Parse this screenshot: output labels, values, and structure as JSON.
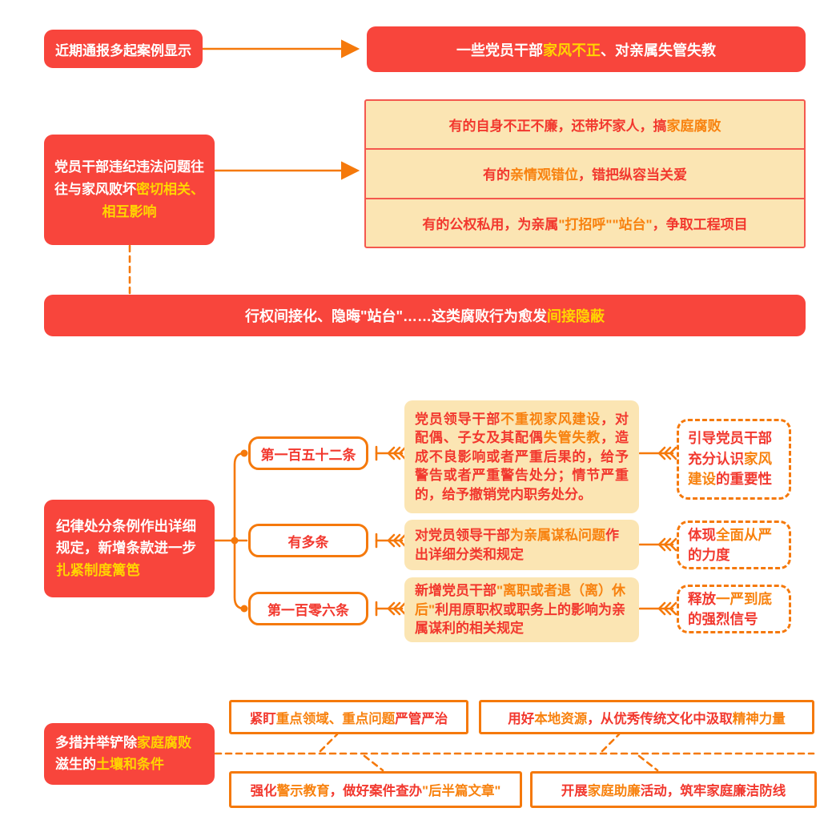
{
  "palette": {
    "box_red": "#F8453C",
    "highlight_yellow": "#FFD500",
    "line_orange": "#F5790B",
    "cream_fill": "#FBE5B3",
    "cream_border": "#F4584E",
    "text_red": "#F2382E",
    "text_orange": "#F8820F"
  },
  "section1": {
    "left_box": [
      {
        "t": "近期通报多起案例显示",
        "c": "w"
      }
    ],
    "right_box": [
      {
        "t": "一些党员干部",
        "c": "w"
      },
      {
        "t": "家风不正",
        "c": "y"
      },
      {
        "t": "、对亲属失管失教",
        "c": "w"
      }
    ]
  },
  "section2": {
    "left_box": [
      {
        "t": "党员干部违纪违法问题往往与家风败坏",
        "c": "w"
      },
      {
        "t": "密切相关、相互影响",
        "c": "y"
      }
    ],
    "rows": [
      [
        {
          "t": "有的自身不正不廉，还带坏家人，搞",
          "c": "r"
        },
        {
          "t": "家庭腐败",
          "c": "o"
        }
      ],
      [
        {
          "t": "有的",
          "c": "r"
        },
        {
          "t": "亲情观错位",
          "c": "o"
        },
        {
          "t": "，错把纵容当关爱",
          "c": "r"
        }
      ],
      [
        {
          "t": "有的公权私用，为亲属",
          "c": "r"
        },
        {
          "t": "\"打招呼\"\"站台\"",
          "c": "o"
        },
        {
          "t": "，争取工程项目",
          "c": "r"
        }
      ]
    ],
    "banner": [
      {
        "t": "行权间接化、隐晦\"站台\"……这类腐败行为愈发",
        "c": "w"
      },
      {
        "t": "间接隐蔽",
        "c": "y"
      }
    ]
  },
  "section3": {
    "left_box": [
      {
        "t": "纪律处分条例作出详细规定，新增条款进一步",
        "c": "w"
      },
      {
        "t": "扎紧制度篱笆",
        "c": "y"
      }
    ],
    "branches": [
      {
        "label": [
          {
            "t": "第一百五十二条",
            "c": "r"
          }
        ],
        "detail": [
          {
            "t": "党员领导干部",
            "c": "r"
          },
          {
            "t": "不重视家风建设",
            "c": "o"
          },
          {
            "t": "，对配偶、子女及其配偶",
            "c": "r"
          },
          {
            "t": "失管失教",
            "c": "o"
          },
          {
            "t": "，造成不良影响或者严重后果的，给予警告或者严重警告处分；情节严重的，给予撤销党内职务处分。",
            "c": "r"
          }
        ],
        "note": [
          {
            "t": "引导党员干部充分认识",
            "c": "r"
          },
          {
            "t": "家风建设",
            "c": "o"
          },
          {
            "t": "的重要性",
            "c": "r"
          }
        ]
      },
      {
        "label": [
          {
            "t": "有多条",
            "c": "r"
          }
        ],
        "detail": [
          {
            "t": "对党员领导干部",
            "c": "r"
          },
          {
            "t": "为亲属谋私问题",
            "c": "o"
          },
          {
            "t": "作出详细分类和规定",
            "c": "r"
          }
        ],
        "note": [
          {
            "t": "体现",
            "c": "r"
          },
          {
            "t": "全面从严",
            "c": "o"
          },
          {
            "t": "的力度",
            "c": "r"
          }
        ]
      },
      {
        "label": [
          {
            "t": "第一百零六条",
            "c": "r"
          }
        ],
        "detail": [
          {
            "t": "新增党员干部",
            "c": "r"
          },
          {
            "t": "\"离职或者退（离）休后\"",
            "c": "o"
          },
          {
            "t": "利用原职权或职务上的影响为亲属谋利的相关规定",
            "c": "r"
          }
        ],
        "note": [
          {
            "t": "释放",
            "c": "r"
          },
          {
            "t": "一严到底",
            "c": "o"
          },
          {
            "t": "的强烈信号",
            "c": "r"
          }
        ]
      }
    ]
  },
  "section4": {
    "left_box": [
      {
        "t": "多措并举铲除",
        "c": "w"
      },
      {
        "t": "家庭腐败",
        "c": "y"
      },
      {
        "t": "滋生的",
        "c": "w"
      },
      {
        "t": "土壤和条件",
        "c": "y"
      }
    ],
    "boxes": [
      [
        {
          "t": "紧盯",
          "c": "r"
        },
        {
          "t": "重点领域、重点问题",
          "c": "o"
        },
        {
          "t": "严管严治",
          "c": "r"
        }
      ],
      [
        {
          "t": "用好",
          "c": "r"
        },
        {
          "t": "本地资源",
          "c": "o"
        },
        {
          "t": "，从优秀传统文化中汲取",
          "c": "r"
        },
        {
          "t": "精神力量",
          "c": "o"
        }
      ],
      [
        {
          "t": "强化",
          "c": "r"
        },
        {
          "t": "警示教育",
          "c": "o"
        },
        {
          "t": "，做好案件查办",
          "c": "r"
        },
        {
          "t": "\"后半篇文章\"",
          "c": "o"
        }
      ],
      [
        {
          "t": "开展",
          "c": "r"
        },
        {
          "t": "家庭助廉",
          "c": "o"
        },
        {
          "t": "活动，筑牢家庭廉洁防线",
          "c": "r"
        }
      ]
    ]
  }
}
